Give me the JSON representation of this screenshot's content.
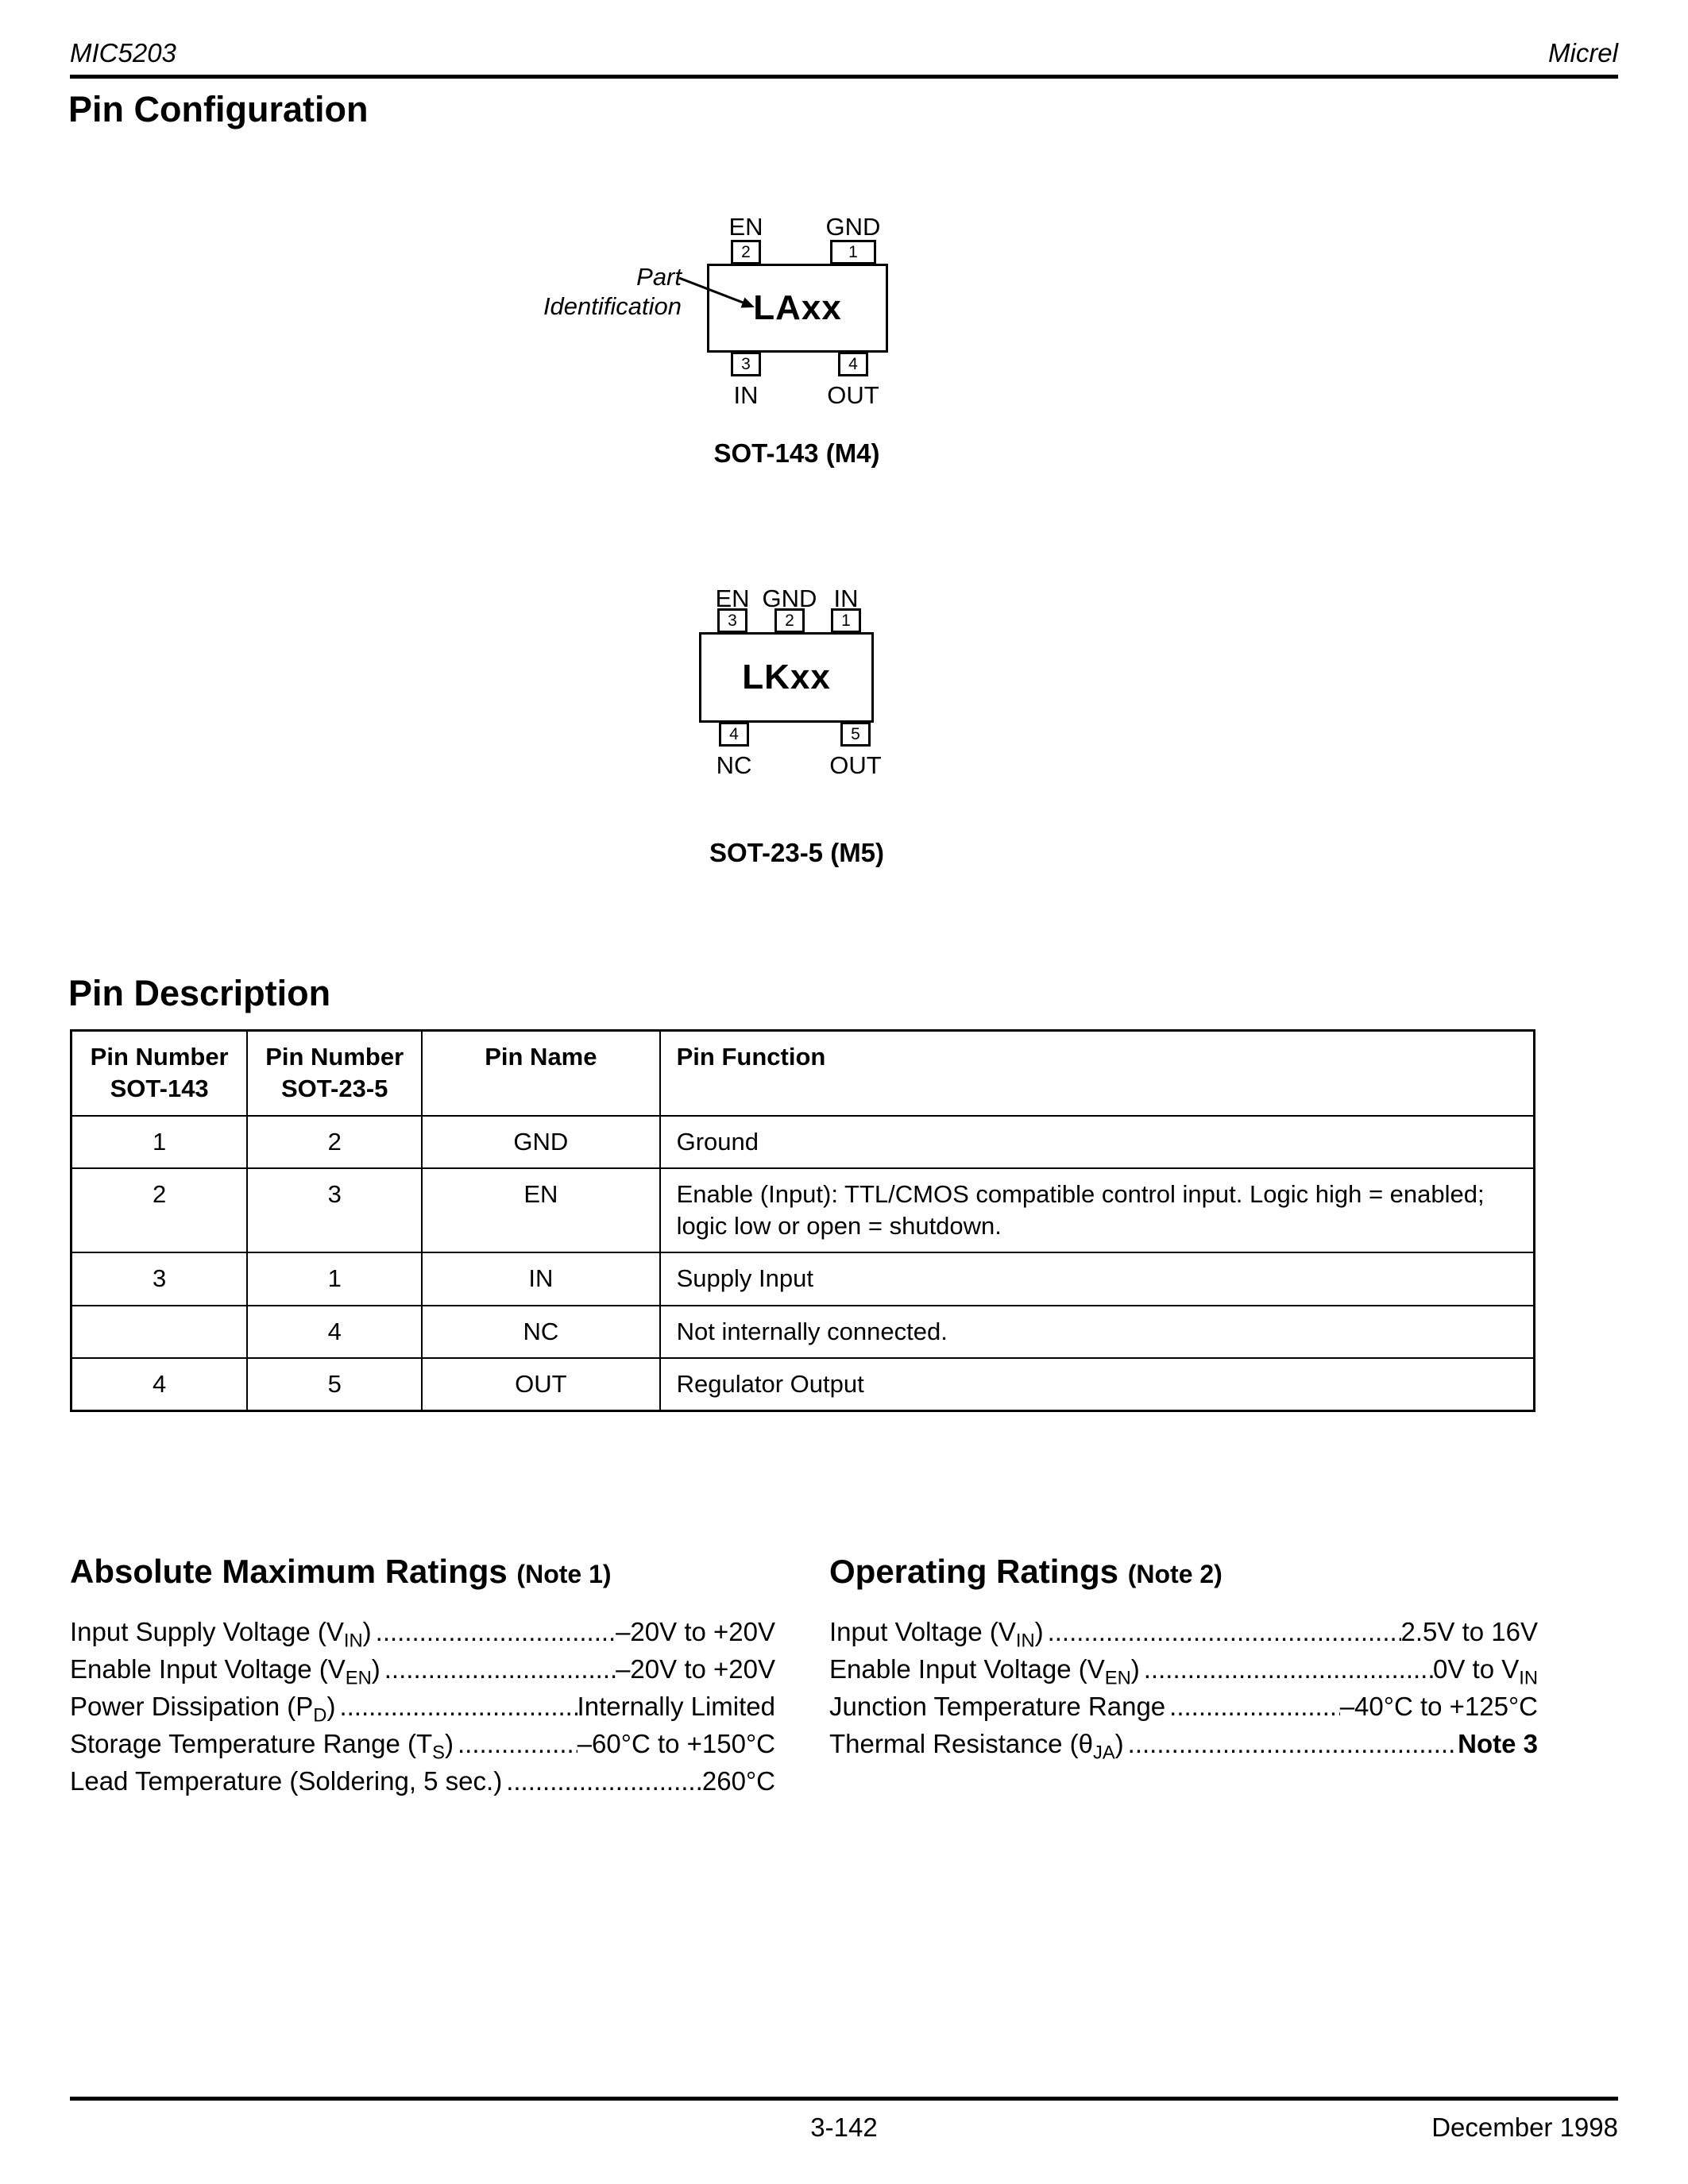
{
  "colors": {
    "text": "#000000",
    "background": "#ffffff"
  },
  "leader_dots": ".......................................................................................................",
  "header": {
    "doc_id": "MIC5203",
    "company": "Micrel"
  },
  "pin_configuration": {
    "title": "Pin Configuration",
    "sot143": {
      "annotation": "Part\nIdentification",
      "part_label": "LAxx",
      "caption": "SOT-143 (M4)",
      "top_pins": [
        {
          "name": "EN",
          "num": "2"
        },
        {
          "name": "GND",
          "num": "1"
        }
      ],
      "bottom_pins": [
        {
          "name": "IN",
          "num": "3"
        },
        {
          "name": "OUT",
          "num": "4"
        }
      ]
    },
    "sot235": {
      "part_label": "LKxx",
      "caption": "SOT-23-5 (M5)",
      "top_pins": [
        {
          "name": "EN",
          "num": "3"
        },
        {
          "name": "GND",
          "num": "2"
        },
        {
          "name": "IN",
          "num": "1"
        }
      ],
      "bottom_pins": [
        {
          "name": "NC",
          "num": "4"
        },
        {
          "name": "OUT",
          "num": "5"
        }
      ]
    }
  },
  "pin_description": {
    "title": "Pin Description",
    "headers": [
      "Pin Number\nSOT-143",
      "Pin Number\nSOT-23-5",
      "Pin Name",
      "Pin Function"
    ],
    "rows": [
      [
        "1",
        "2",
        "GND",
        "Ground"
      ],
      [
        "2",
        "3",
        "EN",
        "Enable (Input):  TTL/CMOS compatible control input. Logic high = enabled; logic low or open = shutdown."
      ],
      [
        "3",
        "1",
        "IN",
        "Supply Input"
      ],
      [
        "",
        "4",
        "NC",
        "Not internally connected."
      ],
      [
        "4",
        "5",
        "OUT",
        "Regulator Output"
      ]
    ]
  },
  "abs_max": {
    "title": "Absolute Maximum Ratings",
    "note": "(Note 1)",
    "items": [
      {
        "pre": "Input Supply Voltage (V",
        "sub": "IN",
        "post": ") ",
        "value": "–20V to +20V",
        "value_sub": ""
      },
      {
        "pre": "Enable Input Voltage (V",
        "sub": "EN",
        "post": ") ",
        "value": "–20V to +20V",
        "value_sub": ""
      },
      {
        "pre": "Power Dissipation (P",
        "sub": "D",
        "post": ") ",
        "value": "Internally Limited",
        "value_sub": ""
      },
      {
        "pre": "Storage Temperature Range (T",
        "sub": "S",
        "post": ") ",
        "value": "–60°C to +150°C",
        "value_sub": ""
      },
      {
        "pre": "Lead Temperature (Soldering, 5 sec.) ",
        "sub": "",
        "post": "",
        "value": "260°C",
        "value_sub": ""
      }
    ]
  },
  "operating": {
    "title": "Operating Ratings",
    "note": "(Note 2)",
    "items": [
      {
        "pre": "Input Voltage (V",
        "sub": "IN",
        "post": ") ",
        "value": "2.5V to 16V",
        "value_sub": ""
      },
      {
        "pre": "Enable Input Voltage (V",
        "sub": "EN",
        "post": ") ",
        "value": "0V to V",
        "value_sub": "IN"
      },
      {
        "pre": "Junction Temperature Range",
        "sub": "",
        "post": "",
        "value": "–40°C to +125°C",
        "value_sub": ""
      },
      {
        "pre": "Thermal Resistance (θ",
        "sub": "JA",
        "post": ")",
        "value": "Note 3",
        "value_sub": "",
        "value_class": "rl-value rl-bold"
      }
    ]
  },
  "footer": {
    "page_number": "3-142",
    "date": "December 1998"
  }
}
